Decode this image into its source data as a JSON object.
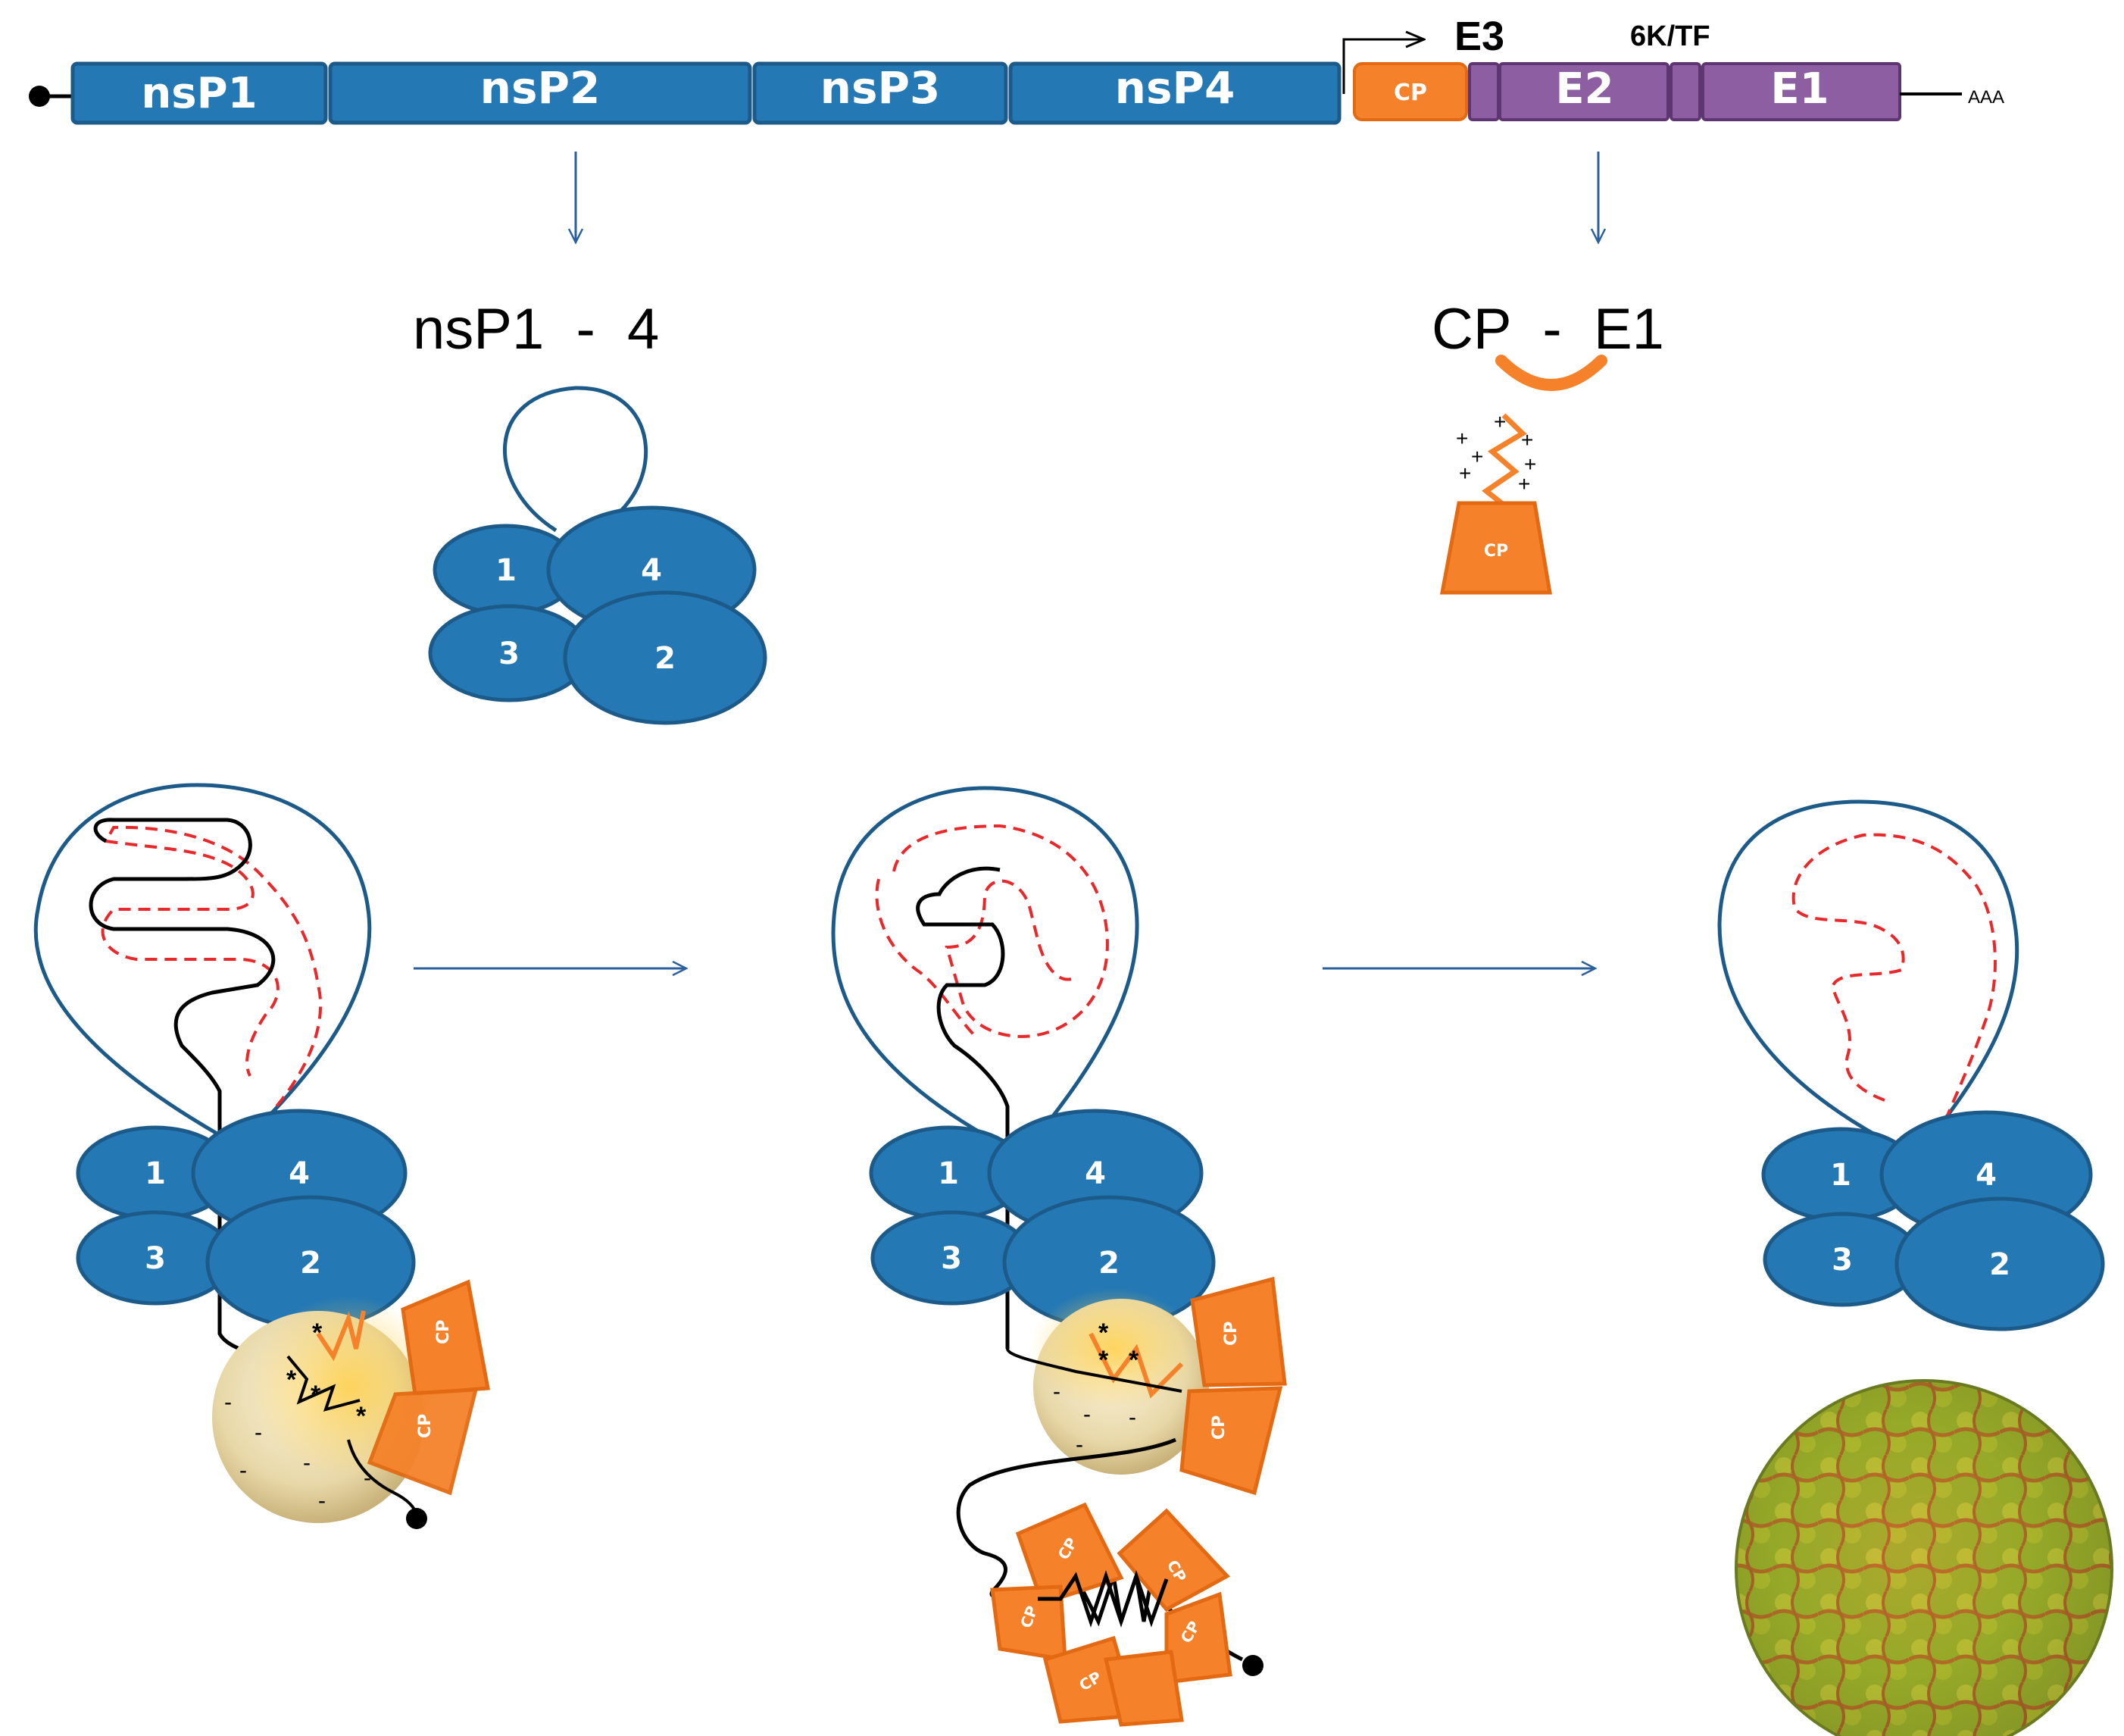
{
  "genome": {
    "segments": [
      "nsP1",
      "nsP2",
      "nsP3",
      "nsP4"
    ],
    "structural": [
      "CP",
      "E2",
      "E1"
    ],
    "e3_label": "E3",
    "tf_label": "6K/TF",
    "tail_label": "AAA",
    "colors": {
      "nonstructural": "#2478b4",
      "capsid": "#f5822a",
      "envelope": "#8e5ea2",
      "stroke_blue": "#1c5a8a"
    }
  },
  "products": {
    "nonstructural_label": "nsP1  -  4",
    "structural_label": "CP  -  E1"
  },
  "complex": {
    "subunits": [
      "1",
      "4",
      "3",
      "2"
    ]
  },
  "capsid_label": "CP",
  "charges": {
    "positive": "+",
    "negative": "-"
  },
  "colors": {
    "rna_negative": "#e8282a",
    "rna_positive": "#000000",
    "arrow": "#2b5f9e"
  }
}
